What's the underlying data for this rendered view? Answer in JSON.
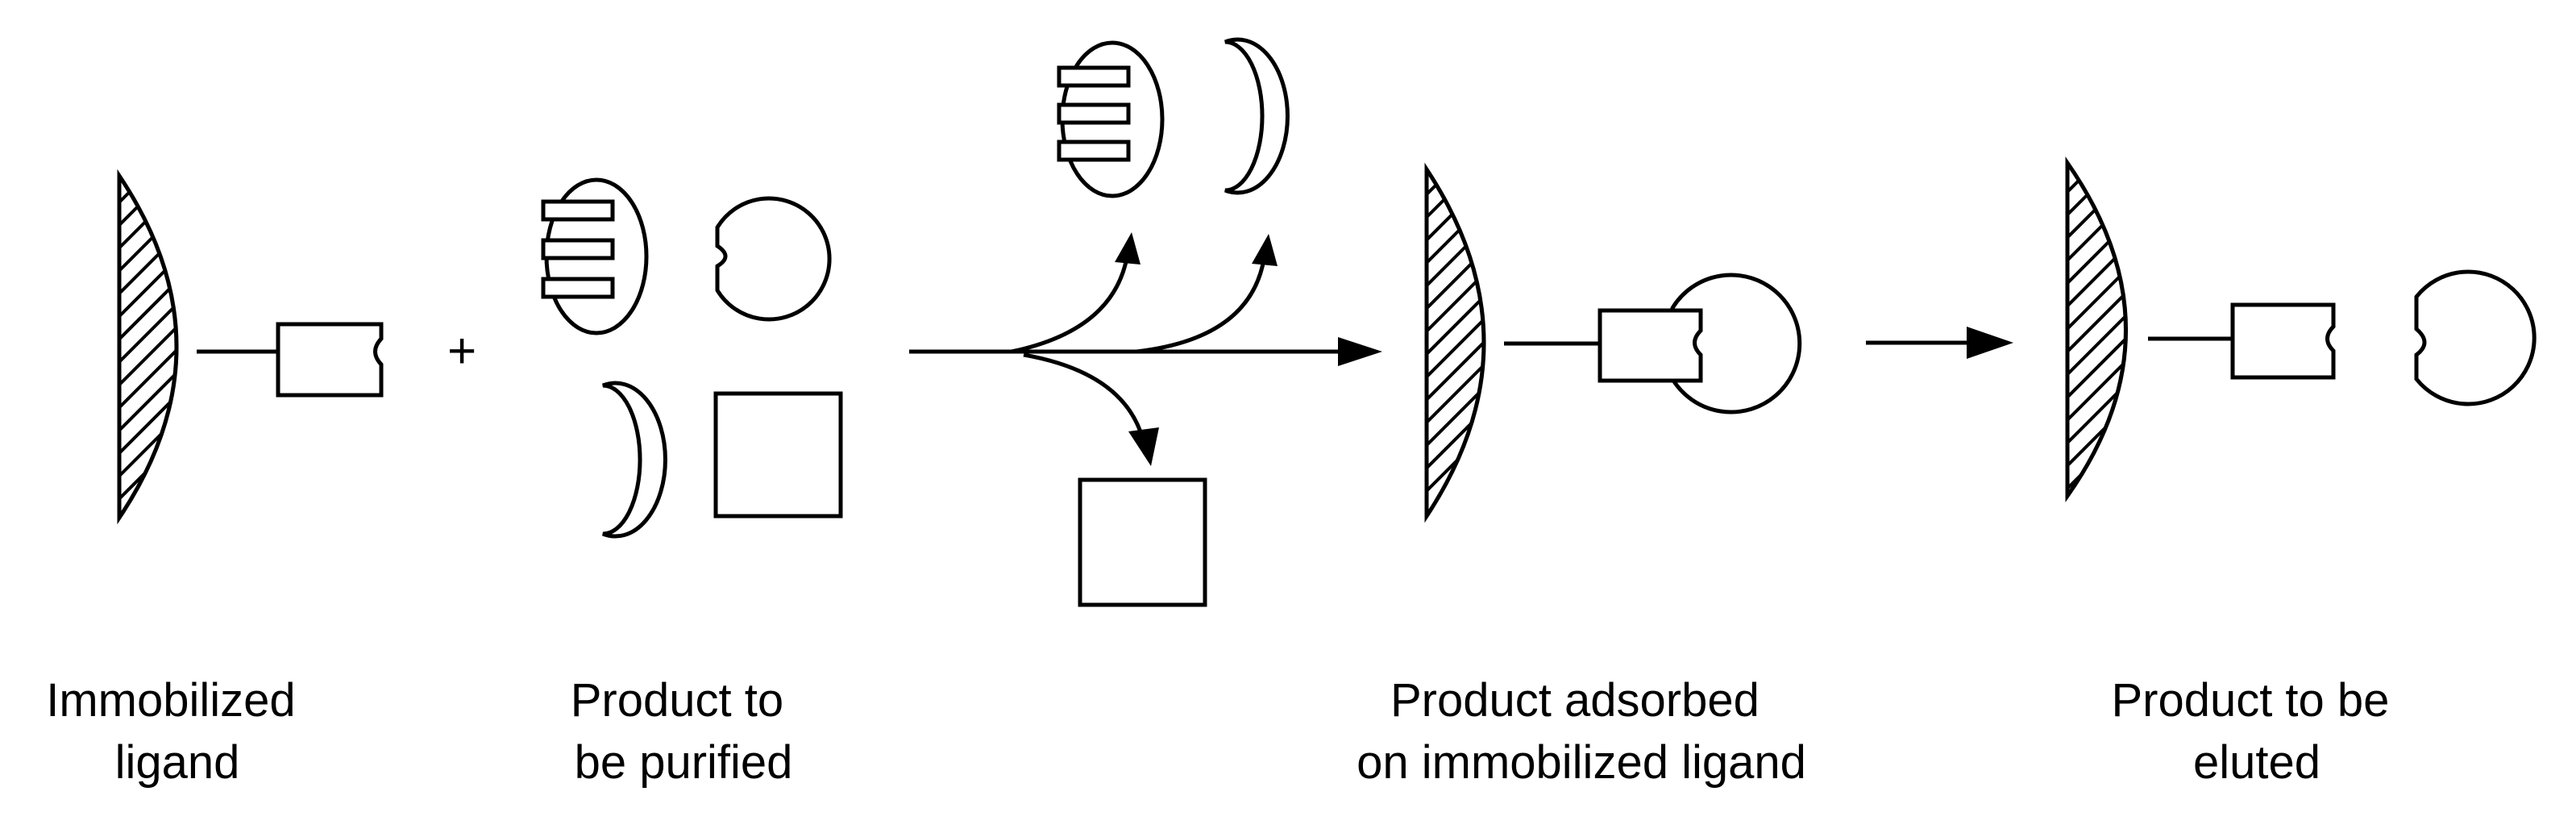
{
  "captions": {
    "immobilized_ligand": [
      "Immobilized",
      "ligand"
    ],
    "product_to_be_purified": [
      "Product to",
      "be purified"
    ],
    "product_adsorbed": [
      "Product adsorbed",
      "on immobilized ligand"
    ],
    "product_to_be_eluted": [
      "Product to be",
      "eluted"
    ]
  },
  "symbols": {
    "plus": "+"
  }
}
